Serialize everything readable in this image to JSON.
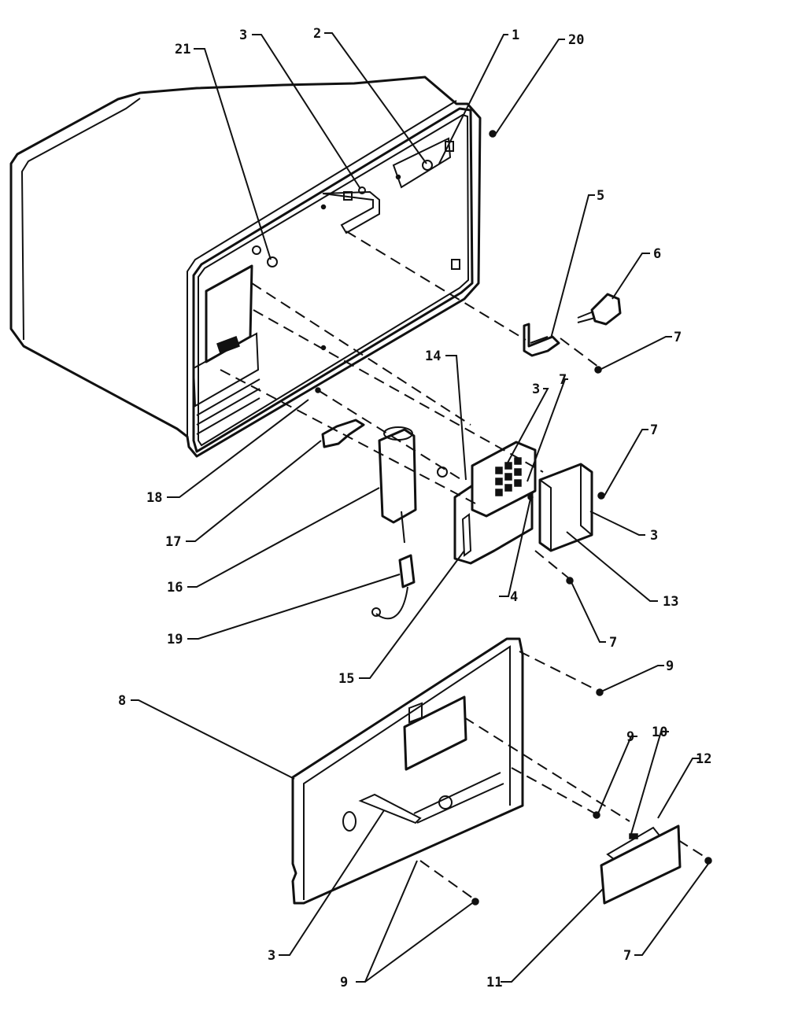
{
  "callouts": [
    {
      "id": "c21",
      "label": "21"
    },
    {
      "id": "c3a",
      "label": "3"
    },
    {
      "id": "c2",
      "label": "2"
    },
    {
      "id": "c1",
      "label": "1"
    },
    {
      "id": "c20",
      "label": "20"
    },
    {
      "id": "c5",
      "label": "5"
    },
    {
      "id": "c6",
      "label": "6"
    },
    {
      "id": "c7a",
      "label": "7"
    },
    {
      "id": "c14",
      "label": "14"
    },
    {
      "id": "c3b",
      "label": "3"
    },
    {
      "id": "c7b",
      "label": "7"
    },
    {
      "id": "c7c",
      "label": "7"
    },
    {
      "id": "c3c",
      "label": "3"
    },
    {
      "id": "c13",
      "label": "13"
    },
    {
      "id": "c4",
      "label": "4"
    },
    {
      "id": "c7d",
      "label": "7"
    },
    {
      "id": "c18",
      "label": "18"
    },
    {
      "id": "c17",
      "label": "17"
    },
    {
      "id": "c16",
      "label": "16"
    },
    {
      "id": "c19",
      "label": "19"
    },
    {
      "id": "c15",
      "label": "15"
    },
    {
      "id": "c9a",
      "label": "9"
    },
    {
      "id": "c8",
      "label": "8"
    },
    {
      "id": "c9b",
      "label": "9"
    },
    {
      "id": "c10",
      "label": "10"
    },
    {
      "id": "c12",
      "label": "12"
    },
    {
      "id": "c3d",
      "label": "3"
    },
    {
      "id": "c9c",
      "label": "9"
    },
    {
      "id": "c11",
      "label": "11"
    },
    {
      "id": "c7e",
      "label": "7"
    }
  ]
}
